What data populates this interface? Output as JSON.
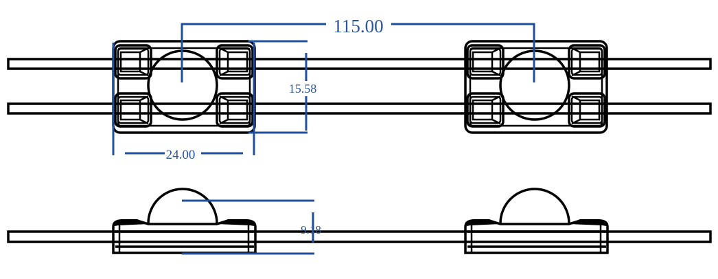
{
  "dimensions": {
    "pitch": "115.00",
    "height": "15.58",
    "width": "24.00",
    "thickness": "9.18"
  },
  "colors": {
    "outline": "#000000",
    "dimension": "#1f4e9c"
  }
}
